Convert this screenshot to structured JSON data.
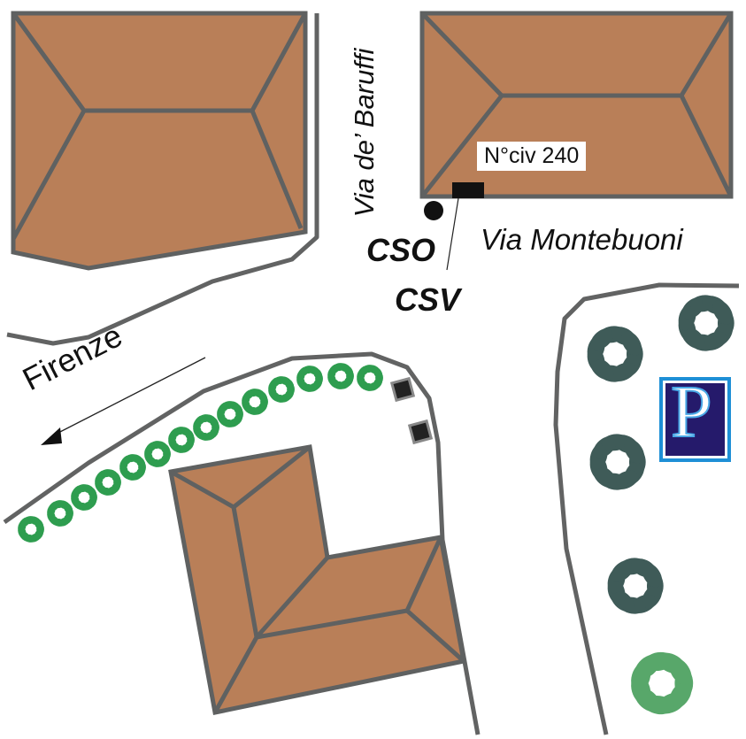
{
  "labels": {
    "street_vertical": "Via de’ Baruffi",
    "street_horizontal": "Via Montebuoni",
    "direction": "Firenze",
    "house_number": "N°civ 240",
    "marker_cso": "CSO",
    "marker_csv": "CSV",
    "parking": "P"
  },
  "colors": {
    "roof": "#b97f58",
    "outline": "#5f6161",
    "hedge": "#2e9d4f",
    "tree_dark": "#3f5b58",
    "tree_light": "#58a76a",
    "parking_bg": "#251a6b",
    "parking_border": "#1e8fd6"
  }
}
